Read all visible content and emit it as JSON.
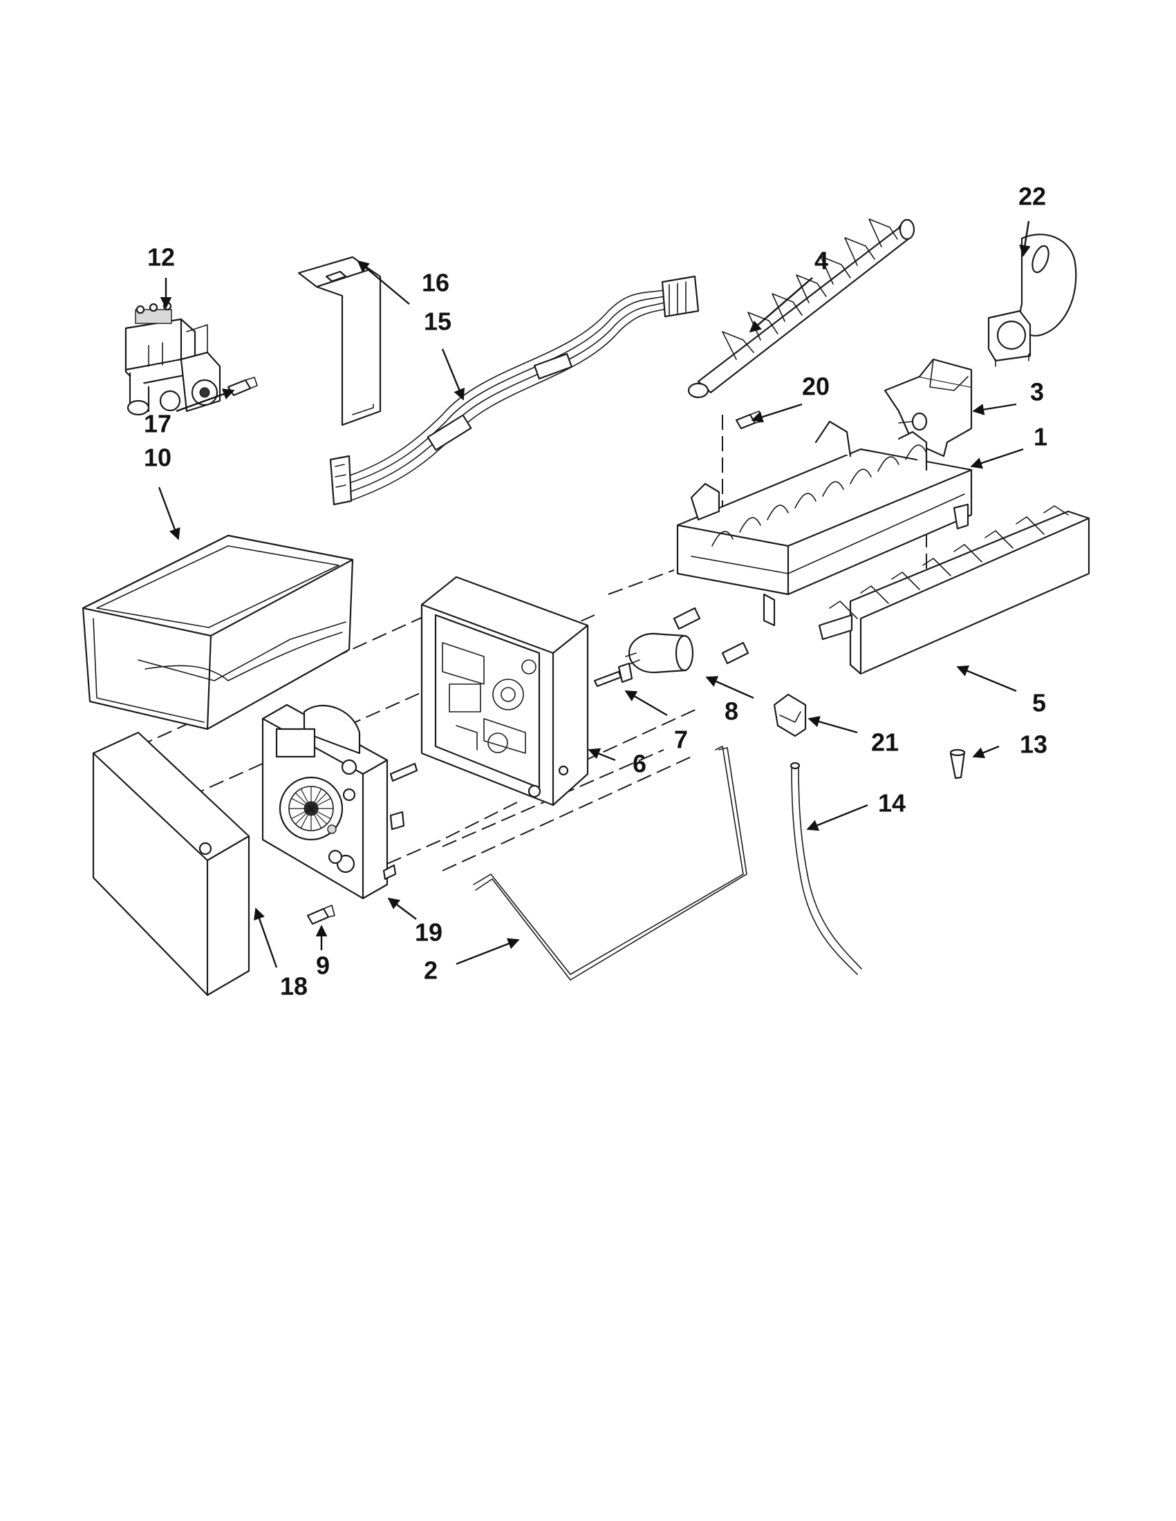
{
  "callouts": [
    {
      "id": "1",
      "label": "1"
    },
    {
      "id": "2",
      "label": "2"
    },
    {
      "id": "3",
      "label": "3"
    },
    {
      "id": "4",
      "label": "4"
    },
    {
      "id": "5",
      "label": "5"
    },
    {
      "id": "6",
      "label": "6"
    },
    {
      "id": "7",
      "label": "7"
    },
    {
      "id": "8",
      "label": "8"
    },
    {
      "id": "9",
      "label": "9"
    },
    {
      "id": "10",
      "label": "10"
    },
    {
      "id": "12",
      "label": "12"
    },
    {
      "id": "13",
      "label": "13"
    },
    {
      "id": "14",
      "label": "14"
    },
    {
      "id": "15",
      "label": "15"
    },
    {
      "id": "16",
      "label": "16"
    },
    {
      "id": "17",
      "label": "17"
    },
    {
      "id": "18",
      "label": "18"
    },
    {
      "id": "19",
      "label": "19"
    },
    {
      "id": "20",
      "label": "20"
    },
    {
      "id": "21",
      "label": "21"
    },
    {
      "id": "22",
      "label": "22"
    }
  ]
}
